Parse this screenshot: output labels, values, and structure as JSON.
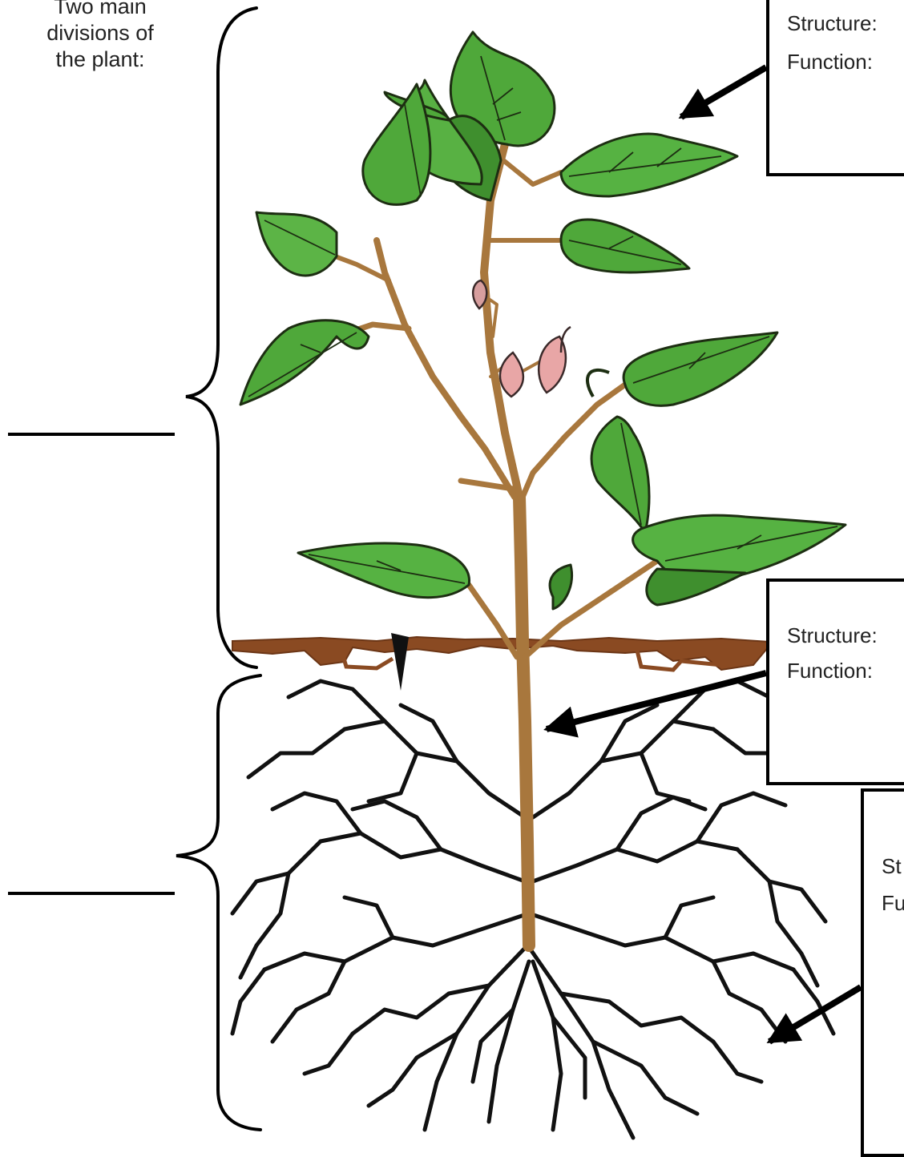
{
  "divisions": {
    "lines": [
      "Two main",
      "divisions of",
      "the plant:"
    ]
  },
  "boxes": {
    "leaf": {
      "structure": "Structure:",
      "function": "Function:"
    },
    "stem": {
      "structure": "Structure:",
      "function": "Function:"
    },
    "root": {
      "structure": "St",
      "function": "Fu"
    }
  },
  "colors": {
    "leaf": "#4fa83a",
    "leaf_light": "#7dc95a",
    "stem": "#a8773d",
    "soil": "#8a4a22",
    "roots": "#111111",
    "bud": "#e8a6a6"
  }
}
